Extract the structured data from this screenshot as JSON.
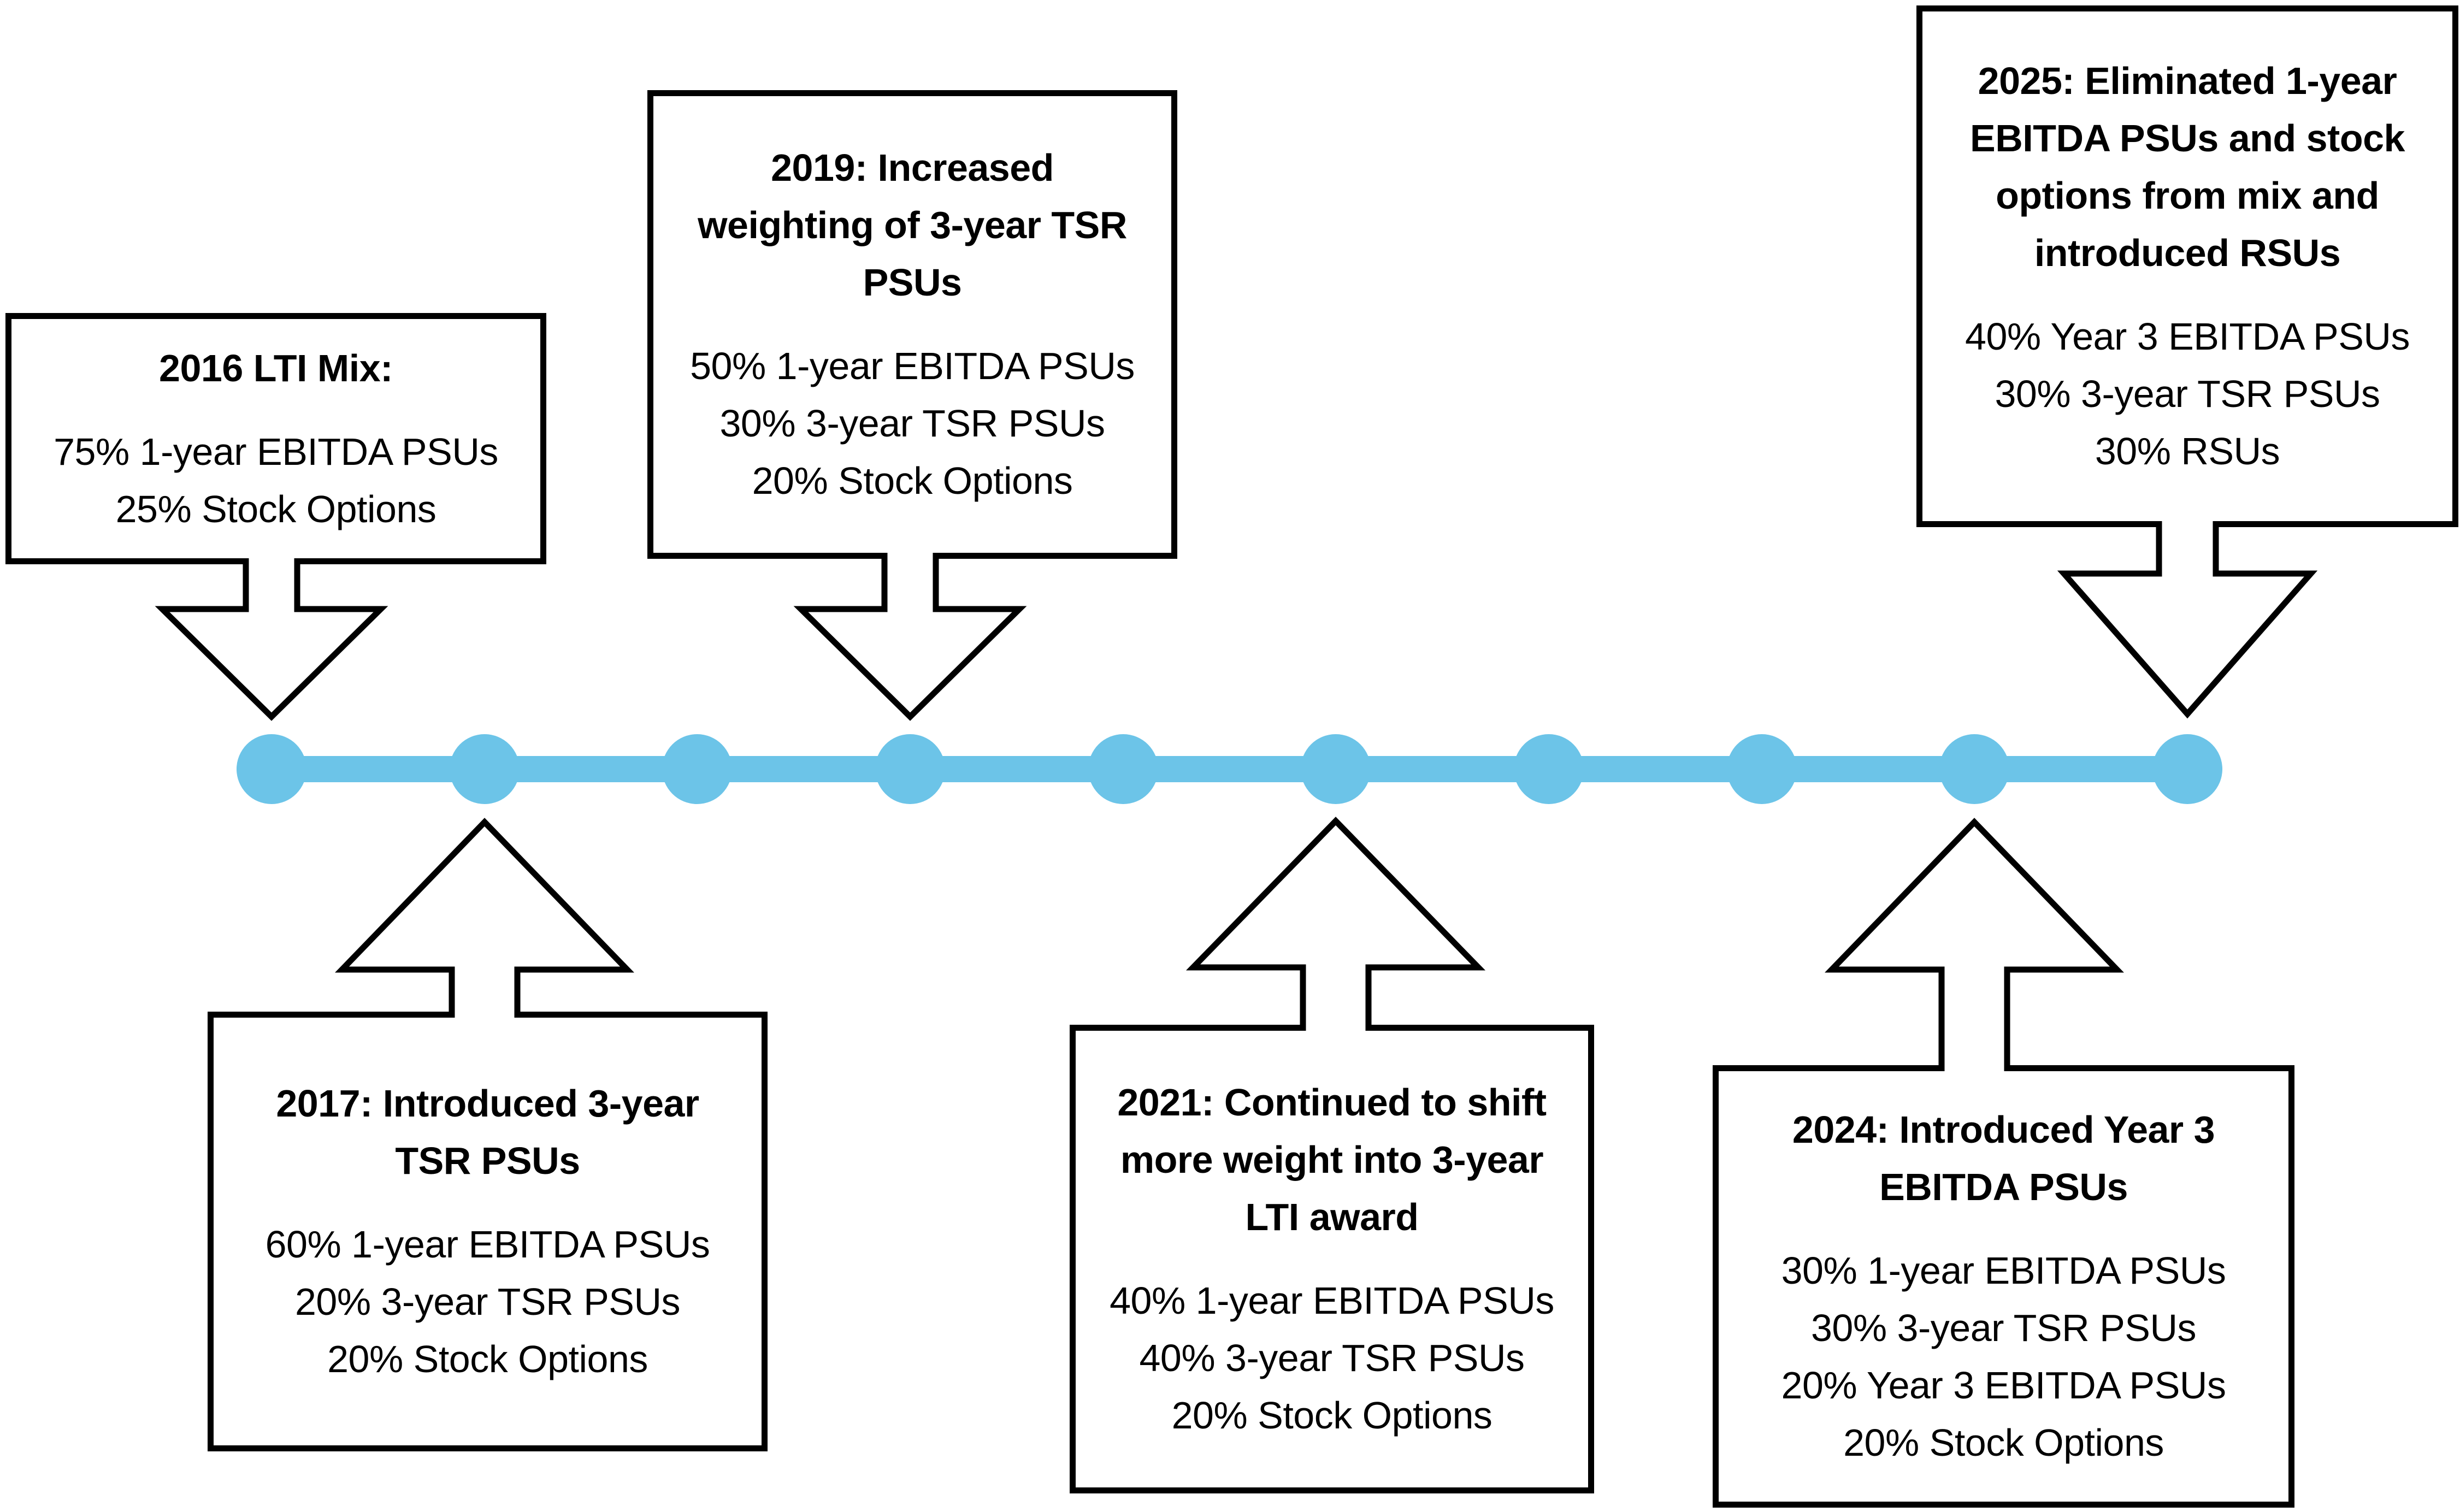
{
  "diagram_type": "timeline",
  "timeline": {
    "color": "#6CC4E8",
    "dot_count": 10
  },
  "events": [
    {
      "year": "2016",
      "placement": "above",
      "heading": "2016 LTI Mix:",
      "details": "75% 1-year EBITDA PSUs\n25% Stock Options"
    },
    {
      "year": "2017",
      "placement": "below",
      "heading": "2017: Introduced 3-year\nTSR PSUs",
      "details": "60% 1-year EBITDA PSUs\n20% 3-year TSR PSUs\n20% Stock Options"
    },
    {
      "year": "2019",
      "placement": "above",
      "heading": "2019: Increased\nweighting of 3-year TSR\nPSUs",
      "details": "50% 1-year EBITDA PSUs\n30% 3-year TSR PSUs\n20% Stock Options"
    },
    {
      "year": "2021",
      "placement": "below",
      "heading": "2021: Continued to shift\nmore weight into 3-year\nLTI award",
      "details": "40% 1-year EBITDA PSUs\n40% 3-year TSR PSUs\n20% Stock Options"
    },
    {
      "year": "2024",
      "placement": "below",
      "heading": "2024: Introduced Year 3\nEBITDA PSUs",
      "details": "30% 1-year EBITDA PSUs\n30% 3-year TSR PSUs\n20% Year 3 EBITDA PSUs\n20% Stock Options"
    },
    {
      "year": "2025",
      "placement": "above",
      "heading": "2025: Eliminated 1-year\nEBITDA PSUs and stock\noptions from mix and\nintroduced RSUs",
      "details": "40% Year 3 EBITDA PSUs\n30% 3-year TSR PSUs\n30% RSUs"
    }
  ]
}
